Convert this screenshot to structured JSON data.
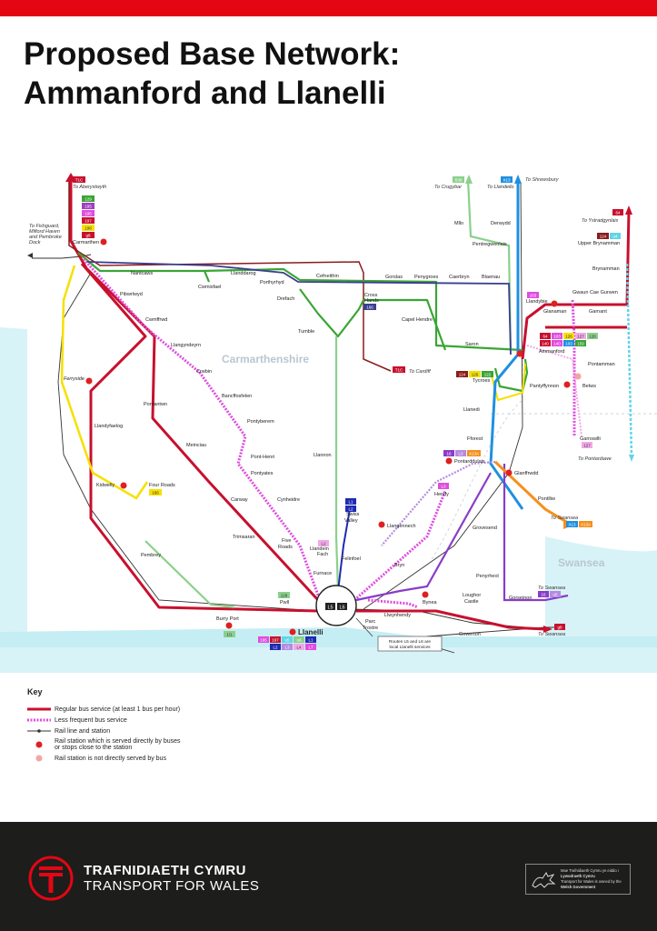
{
  "title": {
    "line1": "Proposed Base Network:",
    "line2": "Ammanford and Llanelli"
  },
  "colors": {
    "red": "#c8102e",
    "pink": "#e04de0",
    "yellow": "#f5e000",
    "green": "#3aa535",
    "lightgreen": "#8bd08b",
    "blue": "#1e90e0",
    "navy": "#1f2ab0",
    "purple": "#8a3cc8",
    "orange": "#f5901e",
    "darkred": "#8a1c1c",
    "lightpurple": "#b48be0",
    "cyan": "#5fd5e8",
    "sea": "#d8f3f7"
  },
  "regions": {
    "carmarthenshire": "Carmarthenshire",
    "swansea": "Swansea"
  },
  "destinations": {
    "aberystwyth": "To Aberystwyth",
    "fishguard": [
      "To Fishguard,",
      "Milford Haven",
      "and Pembroke",
      "Dock"
    ],
    "crugybar": "To Crugybar",
    "llandeilo": "To Llandeilo",
    "shrewsbury": "To Shrewsbury",
    "ystradgynlais": "To Ystradgynlais",
    "cardiff": "To Cardiff",
    "pontardawe": "To Pontardawe",
    "swansea1": "To Swansea",
    "swansea2": "To Swansea",
    "swansea3": "To Swansea"
  },
  "places": {
    "carmarthen": "Carmarthen",
    "nantcaws": "Nantcaws",
    "cwmisfael": "Cwmisfael",
    "llanddarog": "Llanddarog",
    "porthyrhyd": "Porthyrhyd",
    "drefach": "Drefach",
    "cefneithin": "Cefneithin",
    "tumble": "Tumble",
    "crosshands": [
      "Cross",
      "Hands"
    ],
    "gorslas": "Gorslas",
    "penygroes": "Penygroes",
    "caerbryn": "Caerbryn",
    "blaenau": "Blaenau",
    "capelhendre": "Capel Hendre",
    "saron": "Saron",
    "mllo": "Mllo",
    "derwydd": "Derwydd",
    "pentregwenlais": "Pentregwenlais",
    "llandybie": "Llandybie",
    "glanaman": "Glanaman",
    "garnant": "Garnant",
    "ammanford": "Ammanford",
    "upperbrynamman": "Upper Brynamman",
    "brynamman": "Brynamman",
    "gwauncaegurwen": "Gwaun Cae Gurwen",
    "pontamman": "Pontamman",
    "betws": "Betws",
    "pantyffynnon": "Pantyffynnon",
    "tycroes": "Tycroes",
    "llanedi": "Llanedi",
    "fforest": "Fforest",
    "garnswllt": "Garnswllt",
    "pontarddulais": "Pontarddulais",
    "glanffrwdd": "Glanffrwdd",
    "pontlliw": "Pontlliw",
    "grovesend": "Grovesend",
    "penyrheol": "Penyrheol",
    "gorseinon": "Gorseinon",
    "loughorcastle": [
      "Loughor",
      "Castle"
    ],
    "gowerton": "Gowerton",
    "bynea": "Bynea",
    "llwynhendy": "Llwynhendy",
    "parctrostre": [
      "Parc",
      "Trostre"
    ],
    "bryn": "Bryn",
    "llangennech": "Llangennech",
    "hendy": "Hendy",
    "pibwrlwyd": "Pibwrlwyd",
    "cwmffrwd": "Cwmffrwd",
    "llangyndeyrn": "Llangyndeyrn",
    "crwbin": "Crwbin",
    "bancffosfelen": "Bancffosfelen",
    "pontyberem": "Pontyberem",
    "pontantwn": "Pontantwn",
    "meinciau": "Meinciau",
    "ponthenri": "Pont-Henri",
    "pontyates": "Pontyates",
    "carway": "Carway",
    "cynheidre": "Cynheidre",
    "trimsaran": "Trimsaran",
    "fiveroads": [
      "Five",
      "Roads"
    ],
    "llannon": "Llannon",
    "swissvalley": [
      "Swiss",
      "Valley"
    ],
    "llandeinfach": [
      "Llandein",
      "Fach"
    ],
    "felinfoel": "Felinfoel",
    "furnace": "Furnace",
    "ferryside": "Ferryside",
    "llandyfaelog": "Llandyfaelog",
    "kidwelly": "Kidwelly",
    "fourroads": "Four Roads",
    "pembrey": "Pembrey",
    "burryport": "Burry Port",
    "pwll": "Pwll",
    "llanelli": "Llanelli"
  },
  "badges": {
    "carmarthen_stack": [
      "129",
      "195",
      "195",
      "197",
      "198",
      "g8"
    ],
    "t1c_top": "T1C",
    "t1c_cardiff": "T1C",
    "x13_top": "X13",
    "b38": "B38",
    "ystrad_64": "64",
    "ub_124": "124",
    "ub_u4": "u4",
    "ammanford_row1": [
      "64",
      "103",
      "126",
      "127",
      "128"
    ],
    "ammanford_row2": [
      "140",
      "140",
      "103",
      "159"
    ],
    "tycroes_row": [
      "124",
      "126",
      "122"
    ],
    "crosshands": "166",
    "llandybie": "103",
    "garnswllt": "127",
    "pontarddulais": [
      "16",
      "L3",
      "X13A"
    ],
    "swansea_orange": [
      "X13",
      "X13A"
    ],
    "swansea_purple": [
      "16",
      "u5"
    ],
    "hendy": "L3",
    "swissvalley": [
      "L1",
      "L2"
    ],
    "llandeinfach": "L2",
    "pwll": "128",
    "burryport": "1/1",
    "fourroads": "166",
    "llanelli_row1": [
      "195",
      "197",
      "u5",
      "u6",
      "L1"
    ],
    "llanelli_row2": [
      "L2",
      "L3",
      "L4",
      "L7"
    ],
    "hub": [
      "L5",
      "L6"
    ],
    "swansea_red": "g8"
  },
  "note": [
    "Routes L5 and L6 are",
    "local Llanelli services"
  ],
  "key": {
    "title": "Key",
    "regular": "Regular bus service (at least 1 bus per hour)",
    "lessfrequent": "Less frequent bus service",
    "rail": "Rail line and station",
    "served": [
      "Rail station which is served directly by buses",
      "or stops close to the station"
    ],
    "notserved": "Rail station is not directly served by bus"
  },
  "brand": {
    "welsh": "TRAFNIDIAETH CYMRU",
    "english": "TRANSPORT FOR WALES"
  },
  "government": {
    "line1": "Mae Trafnidiaeth Cymru yn eiddo i",
    "line2": "Lywodraeth Cymru",
    "line3": "Transport for Wales is owned by the",
    "line4": "Welsh Government"
  }
}
